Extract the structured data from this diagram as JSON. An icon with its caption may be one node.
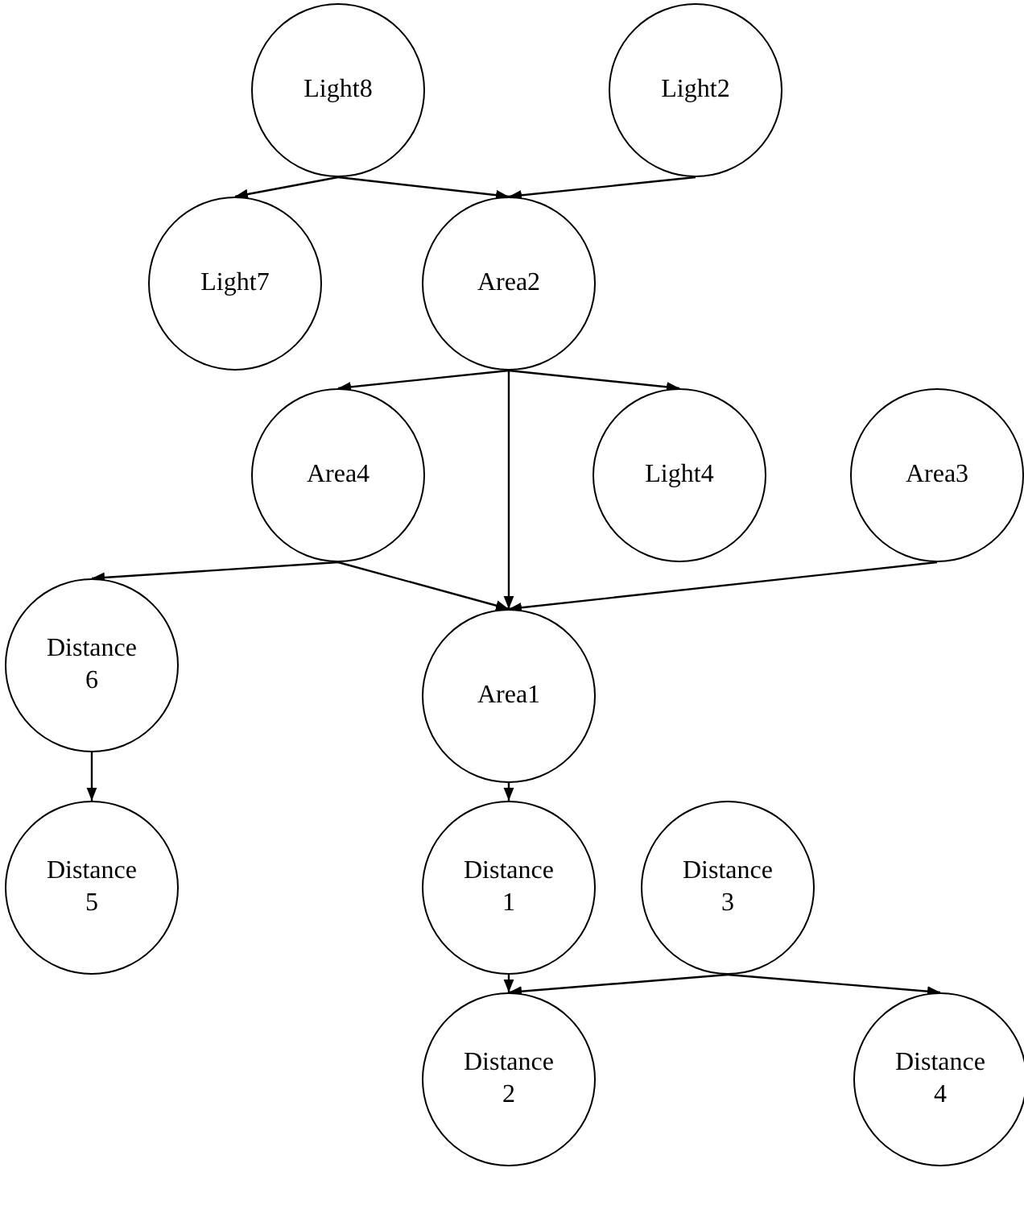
{
  "diagram": {
    "nodes": [
      {
        "text": [
          "Light8"
        ]
      },
      {
        "text": [
          "Light2"
        ]
      },
      {
        "text": [
          "Light7"
        ]
      },
      {
        "text": [
          "Area2"
        ]
      },
      {
        "text": [
          "Area4"
        ]
      },
      {
        "text": [
          "Light4"
        ]
      },
      {
        "text": [
          "Area3"
        ]
      },
      {
        "text": [
          "Distance 6"
        ]
      },
      {
        "text": [
          "Area1"
        ]
      },
      {
        "text": [
          "Distance 5"
        ]
      },
      {
        "text": [
          "Distance 1"
        ]
      },
      {
        "text": [
          "Distance 3"
        ]
      },
      {
        "text": [
          "Distance 2"
        ]
      },
      {
        "text": [
          "Distance 4"
        ]
      }
    ],
    "edges": [
      {
        "from": 0,
        "to": 2,
        "arrow": "to"
      },
      {
        "from": 0,
        "to": 3,
        "arrow": "to"
      },
      {
        "from": 1,
        "to": 3,
        "arrow": "to"
      },
      {
        "from": 3,
        "to": 4,
        "arrow": "to"
      },
      {
        "from": 3,
        "to": 5,
        "arrow": "to"
      },
      {
        "from": 3,
        "to": 8,
        "arrow": "to"
      },
      {
        "from": 4,
        "to": 7,
        "arrow": "to"
      },
      {
        "from": 4,
        "to": 8,
        "arrow": "to"
      },
      {
        "from": 6,
        "to": 8,
        "arrow": "to"
      },
      {
        "from": 7,
        "to": 9,
        "arrow": "to"
      },
      {
        "from": 8,
        "to": 10,
        "arrow": "to"
      },
      {
        "from": 10,
        "to": 12,
        "arrow": "to"
      },
      {
        "from": 11,
        "to": 12,
        "arrow": "to"
      },
      {
        "from": 11,
        "to": 13,
        "arrow": "to"
      }
    ]
  }
}
